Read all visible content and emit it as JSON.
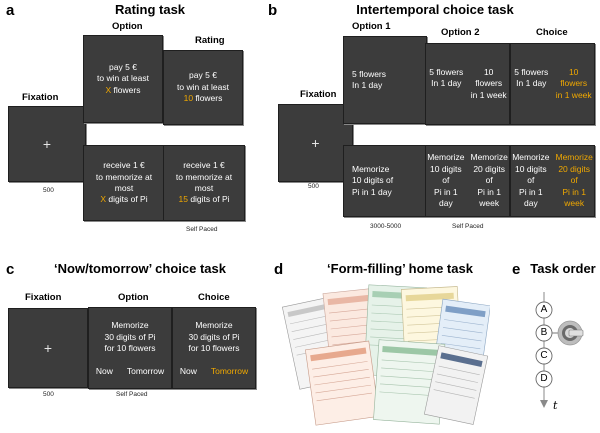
{
  "panel_a": {
    "letter": "a",
    "title": "Rating task",
    "label_fixation": "Fixation",
    "label_option": "Option",
    "label_rating": "Rating",
    "fixation_cross": "+",
    "opt_top": [
      "pay 5 €",
      "to win at least",
      "X",
      "flowers"
    ],
    "rate_top": [
      "pay 5 €",
      "to win at least",
      "10",
      "flowers"
    ],
    "opt_bottom": [
      "receive 1 €",
      "to memorize at most",
      "X",
      "digits of Pi"
    ],
    "rate_bottom": [
      "receive 1 €",
      "to memorize at most",
      "15",
      "digits of Pi"
    ],
    "time_fix": "500",
    "time_rating": "Self Paced"
  },
  "panel_b": {
    "letter": "b",
    "title": "Intertemporal choice task",
    "label_fixation": "Fixation",
    "label_option1": "Option 1",
    "label_option2": "Option 2",
    "label_choice": "Choice",
    "fixation_cross": "+",
    "o1_top": [
      "5 flowers",
      "In 1 day"
    ],
    "o2_top": [
      "5 flowers",
      "In 1 day",
      "10 flowers",
      "in 1 week"
    ],
    "ch_top": [
      "5 flowers",
      "In 1 day",
      "10 flowers",
      "in 1 week"
    ],
    "o1_bottom": [
      "Memorize",
      "10 digits of",
      "Pi in 1 day"
    ],
    "o2_bottom": [
      "Memorize",
      "10 digits of",
      "Pi in 1 day",
      "Memorize",
      "20 digits of",
      "Pi in 1 week"
    ],
    "ch_bottom": [
      "Memorize",
      "10 digits of",
      "Pi in 1 day",
      "Memorize",
      "20 digits of",
      "Pi in 1 week"
    ],
    "time_fix": "500",
    "time_option": "3000-5000",
    "time_choice": "Self Paced"
  },
  "panel_c": {
    "letter": "c",
    "title": "‘Now/tomorrow’ choice task",
    "label_fixation": "Fixation",
    "label_option": "Option",
    "label_choice": "Choice",
    "fixation_cross": "+",
    "text": [
      "Memorize",
      "30 digits of Pi",
      "for 10 flowers"
    ],
    "now": "Now",
    "tomorrow": "Tomorrow",
    "time_fix": "500",
    "time_option": "Self Paced"
  },
  "panel_d": {
    "letter": "d",
    "title": "‘Form-filling’ home task"
  },
  "panel_e": {
    "letter": "e",
    "title": "Task order",
    "steps": [
      "A",
      "B",
      "C",
      "D"
    ],
    "axis": "t"
  }
}
